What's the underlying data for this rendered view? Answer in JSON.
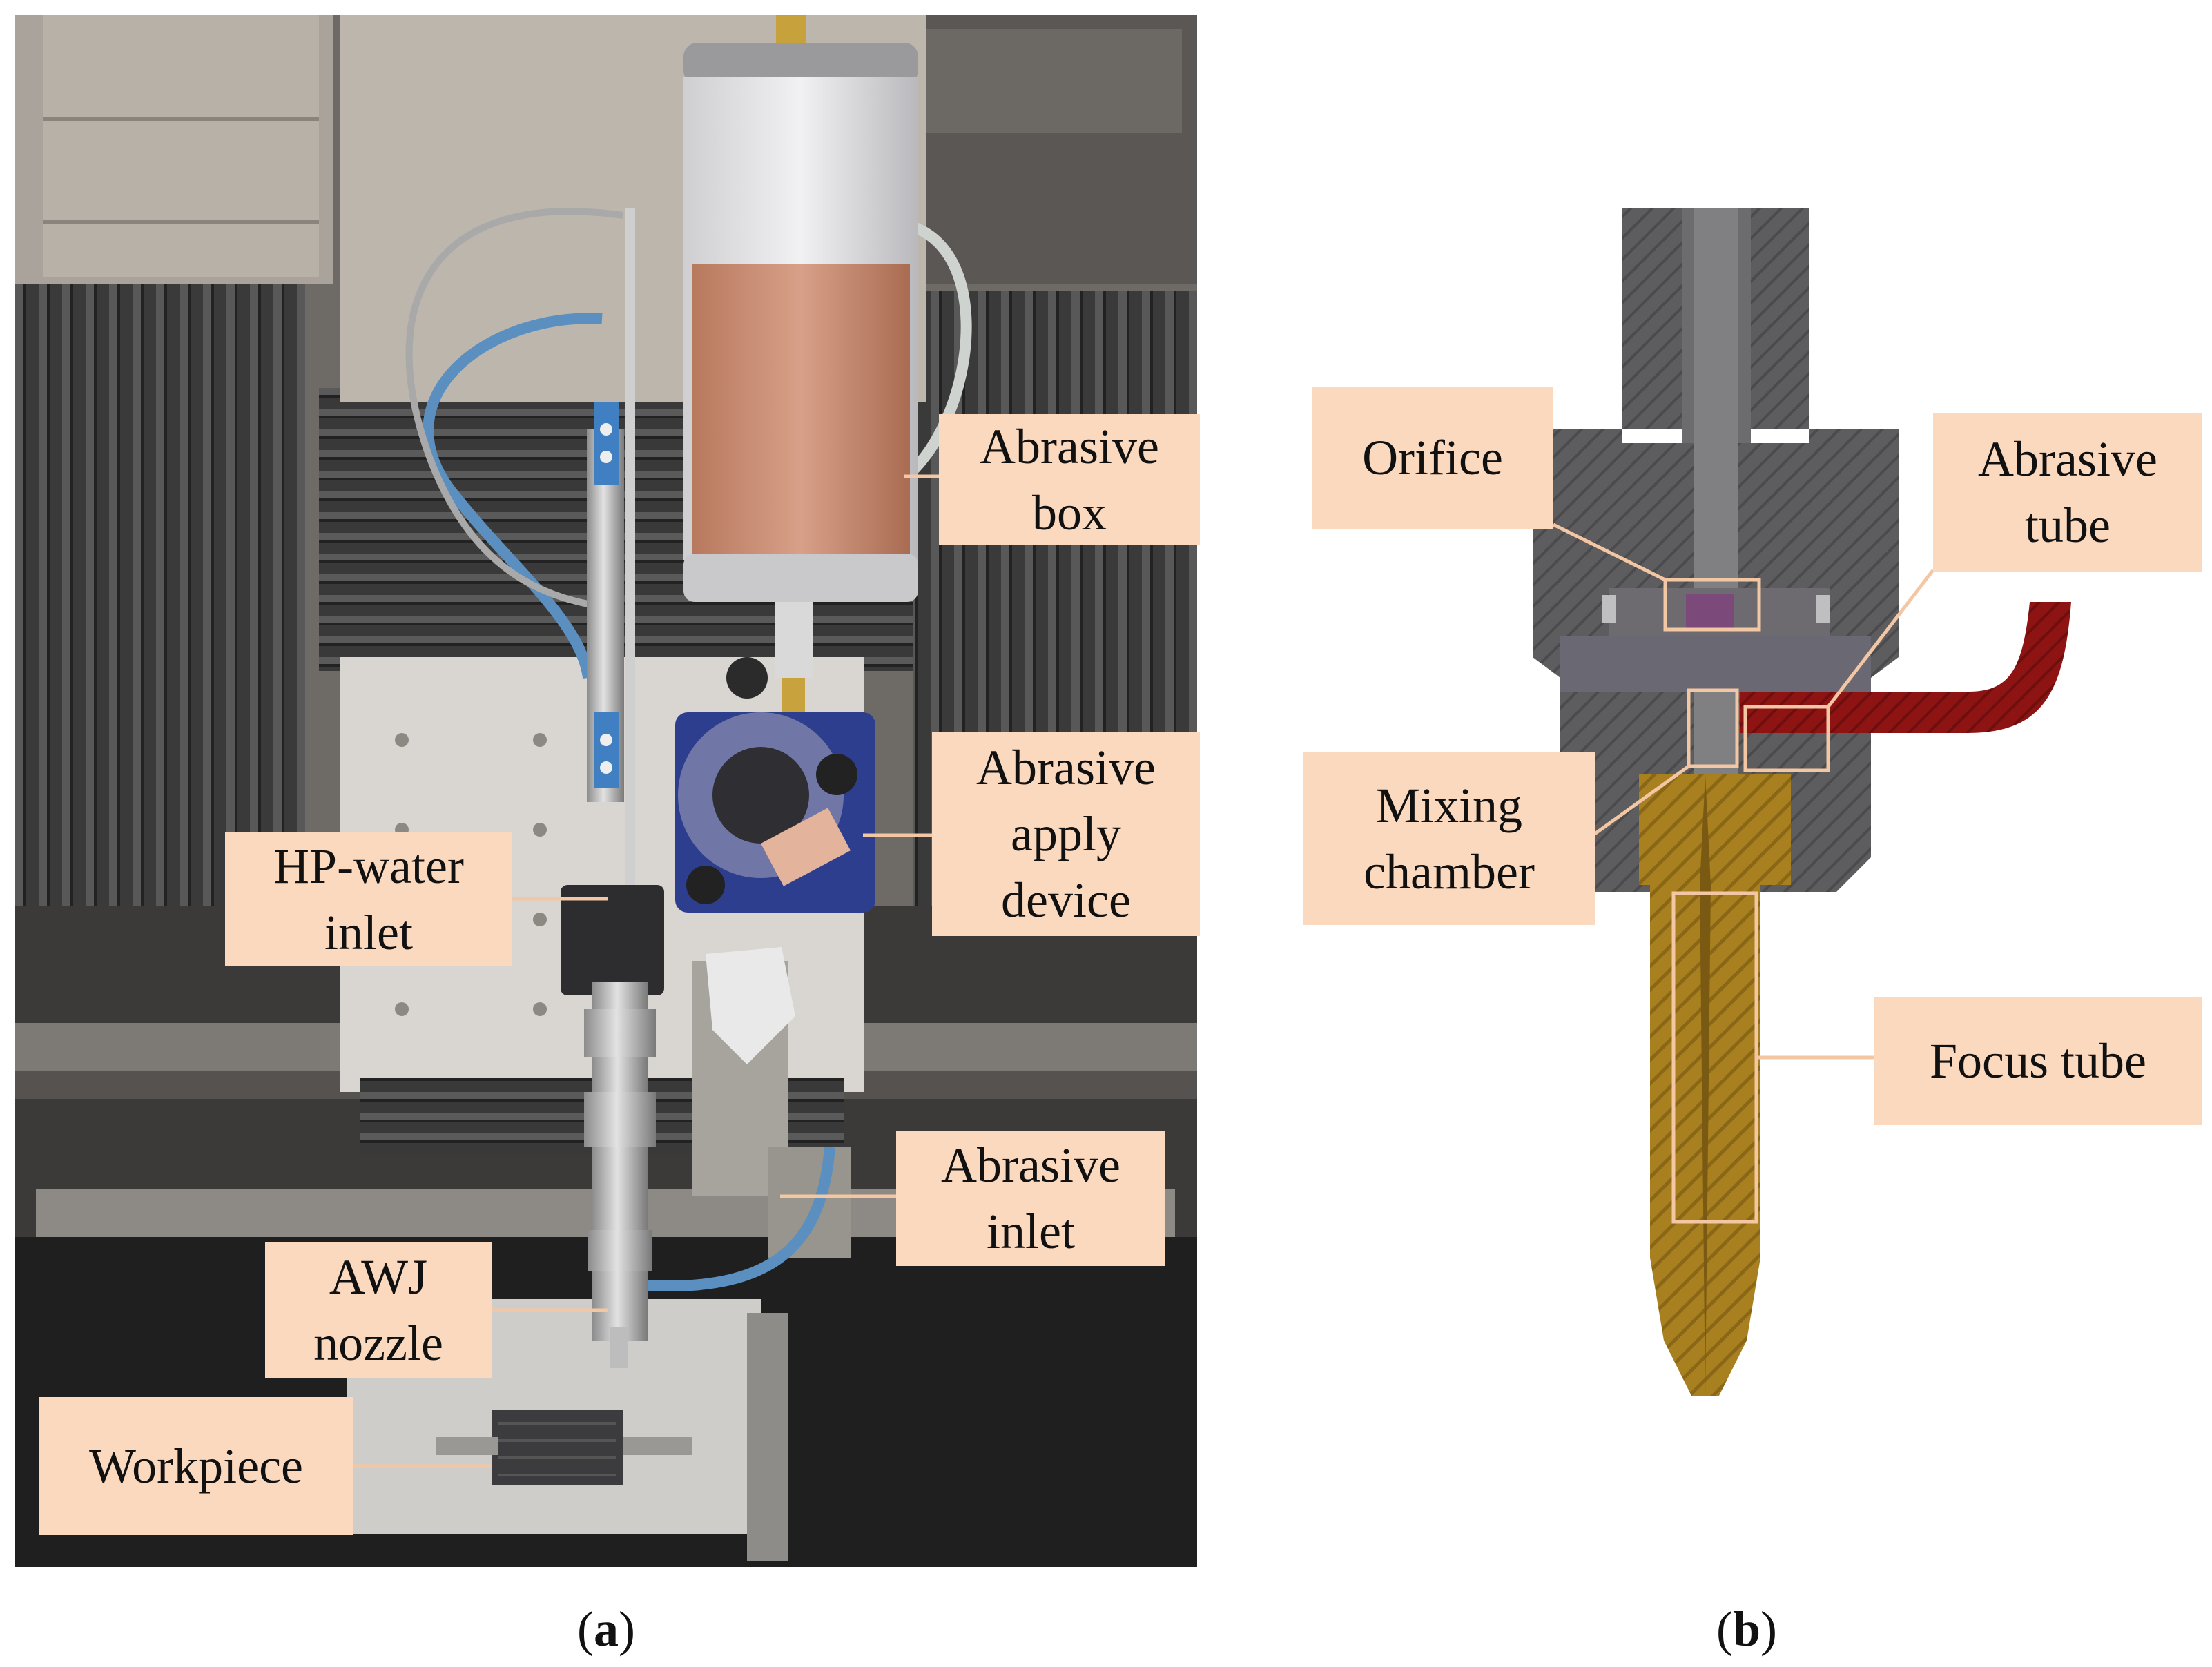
{
  "panels": [
    {
      "id": "a",
      "letter": "a",
      "labels": {
        "abrasive_box": "Abrasive\nbox",
        "abrasive_apply_device": "Abrasive\napply\ndevice",
        "hp_water_inlet": "HP-water\ninlet",
        "abrasive_inlet": "Abrasive\ninlet",
        "awj_nozzle": "AWJ\nnozzle",
        "workpiece": "Workpiece"
      }
    },
    {
      "id": "b",
      "letter": "b",
      "labels": {
        "orifice": "Orifice",
        "abrasive_tube": "Abrasive\ntube",
        "mixing_chamber": "Mixing\nchamber",
        "focus_tube": "Focus tube"
      }
    }
  ],
  "colors": {
    "callout_fill": "#fbd9bf",
    "leader_line": "#f4c7a4",
    "abrasive_sand": "#c98a6e",
    "apply_device_blue": "#2e3e8f",
    "nozzle_gray": "#5d5d5f",
    "focus_tube_brass": "#a8801f",
    "abrasive_tube_red": "#8e1414"
  }
}
